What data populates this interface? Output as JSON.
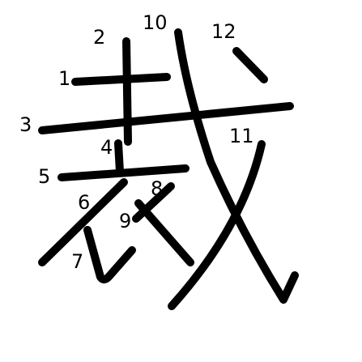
{
  "character": "裁",
  "colors": {
    "stroke": "#000000",
    "background": "#ffffff"
  },
  "stroke_numbers": [
    "1",
    "2",
    "3",
    "4",
    "5",
    "6",
    "7",
    "8",
    "9",
    "10",
    "11",
    "12"
  ]
}
